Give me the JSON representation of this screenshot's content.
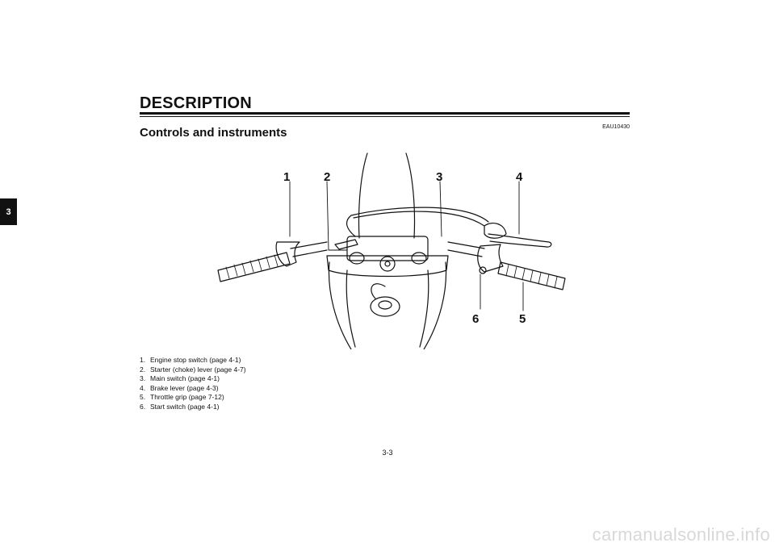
{
  "header": {
    "title": "DESCRIPTION"
  },
  "chapter_tab": "3",
  "reference_code": "EAU10430",
  "section": {
    "heading": "Controls and instruments"
  },
  "figure": {
    "callouts": [
      "1",
      "2",
      "3",
      "4",
      "5",
      "6"
    ]
  },
  "legend": [
    {
      "num": "1.",
      "text": "Engine stop switch (page 4-1)"
    },
    {
      "num": "2.",
      "text": "Starter (choke) lever (page 4-7)"
    },
    {
      "num": "3.",
      "text": "Main switch (page 4-1)"
    },
    {
      "num": "4.",
      "text": "Brake lever (page 4-3)"
    },
    {
      "num": "5.",
      "text": "Throttle grip (page 7-12)"
    },
    {
      "num": "6.",
      "text": "Start switch (page 4-1)"
    }
  ],
  "page_number": "3-3",
  "watermark": "carmanualsonline.info"
}
